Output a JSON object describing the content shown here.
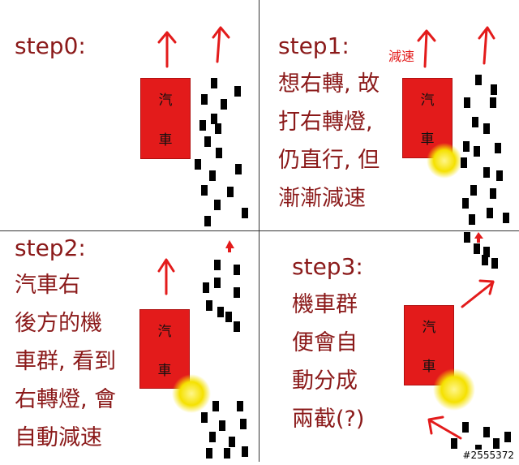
{
  "panels": [
    {
      "label": "step0:",
      "lines": [],
      "car": [
        "汽",
        "車"
      ]
    },
    {
      "label": "step1:",
      "lines": [
        "想右轉, 故",
        "打右轉燈,",
        "仍直行, 但",
        "漸漸減速"
      ],
      "car": [
        "汽",
        "車"
      ],
      "sign": "減速"
    },
    {
      "label": "step2:",
      "lines": [
        "汽車右",
        "後方的機",
        "車群, 看到",
        "右轉燈, 會",
        "自動減速"
      ],
      "car": [
        "汽",
        "車"
      ]
    },
    {
      "label": "step3:",
      "lines": [
        "機車群",
        "便會自",
        "動分成",
        "兩截(?)"
      ],
      "car": [
        "汽",
        "車"
      ]
    }
  ],
  "watermark": "#2555372",
  "colors": {
    "car": "#e31b1b",
    "text": "#8b1a1a",
    "arrow": "#e31b1b",
    "signal": "#f5e100"
  }
}
